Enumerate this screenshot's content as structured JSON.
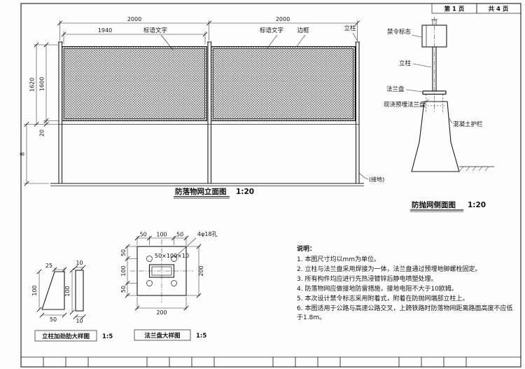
{
  "page": {
    "page_no": "第 1 页",
    "total": "共 4 页"
  },
  "elevation": {
    "caption": "防落物网立面图",
    "scale": "1:20",
    "dim_span_left": "2000",
    "dim_span_right": "2000",
    "dim_inner": "1940",
    "dim_height_total": "1620",
    "dim_mesh_height": "1600",
    "dim_gap": "20",
    "dim_lower": "8",
    "label_slogan_left": "标语文字",
    "label_slogan_right": "标语文字",
    "label_frame": "边框",
    "label_post": "立柱"
  },
  "side": {
    "caption": "防抛网侧面图",
    "scale": "1:20",
    "label_sign": "禁令标志",
    "label_post": "立柱",
    "label_flange": "法兰盘",
    "label_embedded": "现浇预埋法兰盘",
    "label_barrier": "混凝土护栏",
    "label_ground": "(接地)"
  },
  "stiffener": {
    "caption": "立柱加劲肋大样图",
    "scale": "1:5",
    "dim_top": "25",
    "dim_top2": "10",
    "dim_h1": "100",
    "dim_h2": "100",
    "dim_bottom": "50",
    "dim_bottom2": "10"
  },
  "flange": {
    "caption": "法兰盘大样图",
    "scale": "1:5",
    "label_holes": "4φ18孔",
    "label_tube": "50×100×10",
    "dim_top_left": "50",
    "dim_top_mid": "100",
    "dim_top_right": "50",
    "dim_left_top": "50",
    "dim_left_mid": "100",
    "dim_left_bottom": "50",
    "dim_right_total": "200",
    "dim_bottom_total": "200"
  },
  "notes": {
    "title": "说明：",
    "items": [
      "1. 本图尺寸均以mm为单位。",
      "2. 立柱与法兰盘采用焊接为一体，法兰盘通过预埋地脚螺栓固定。",
      "3. 所有构件均应进行先热浸镀锌后静电喷塑处理。",
      "4. 防落物网应做接地防雷措施，接地电阻不大于10欧姆。",
      "5. 本次设计禁令标志采用附着式，附着在防抛网端部立柱上。",
      "6. 本图适用于公路与高速公路交叉，上跨铁路时防落物网距离路面高度不应低于1.8m。"
    ]
  }
}
